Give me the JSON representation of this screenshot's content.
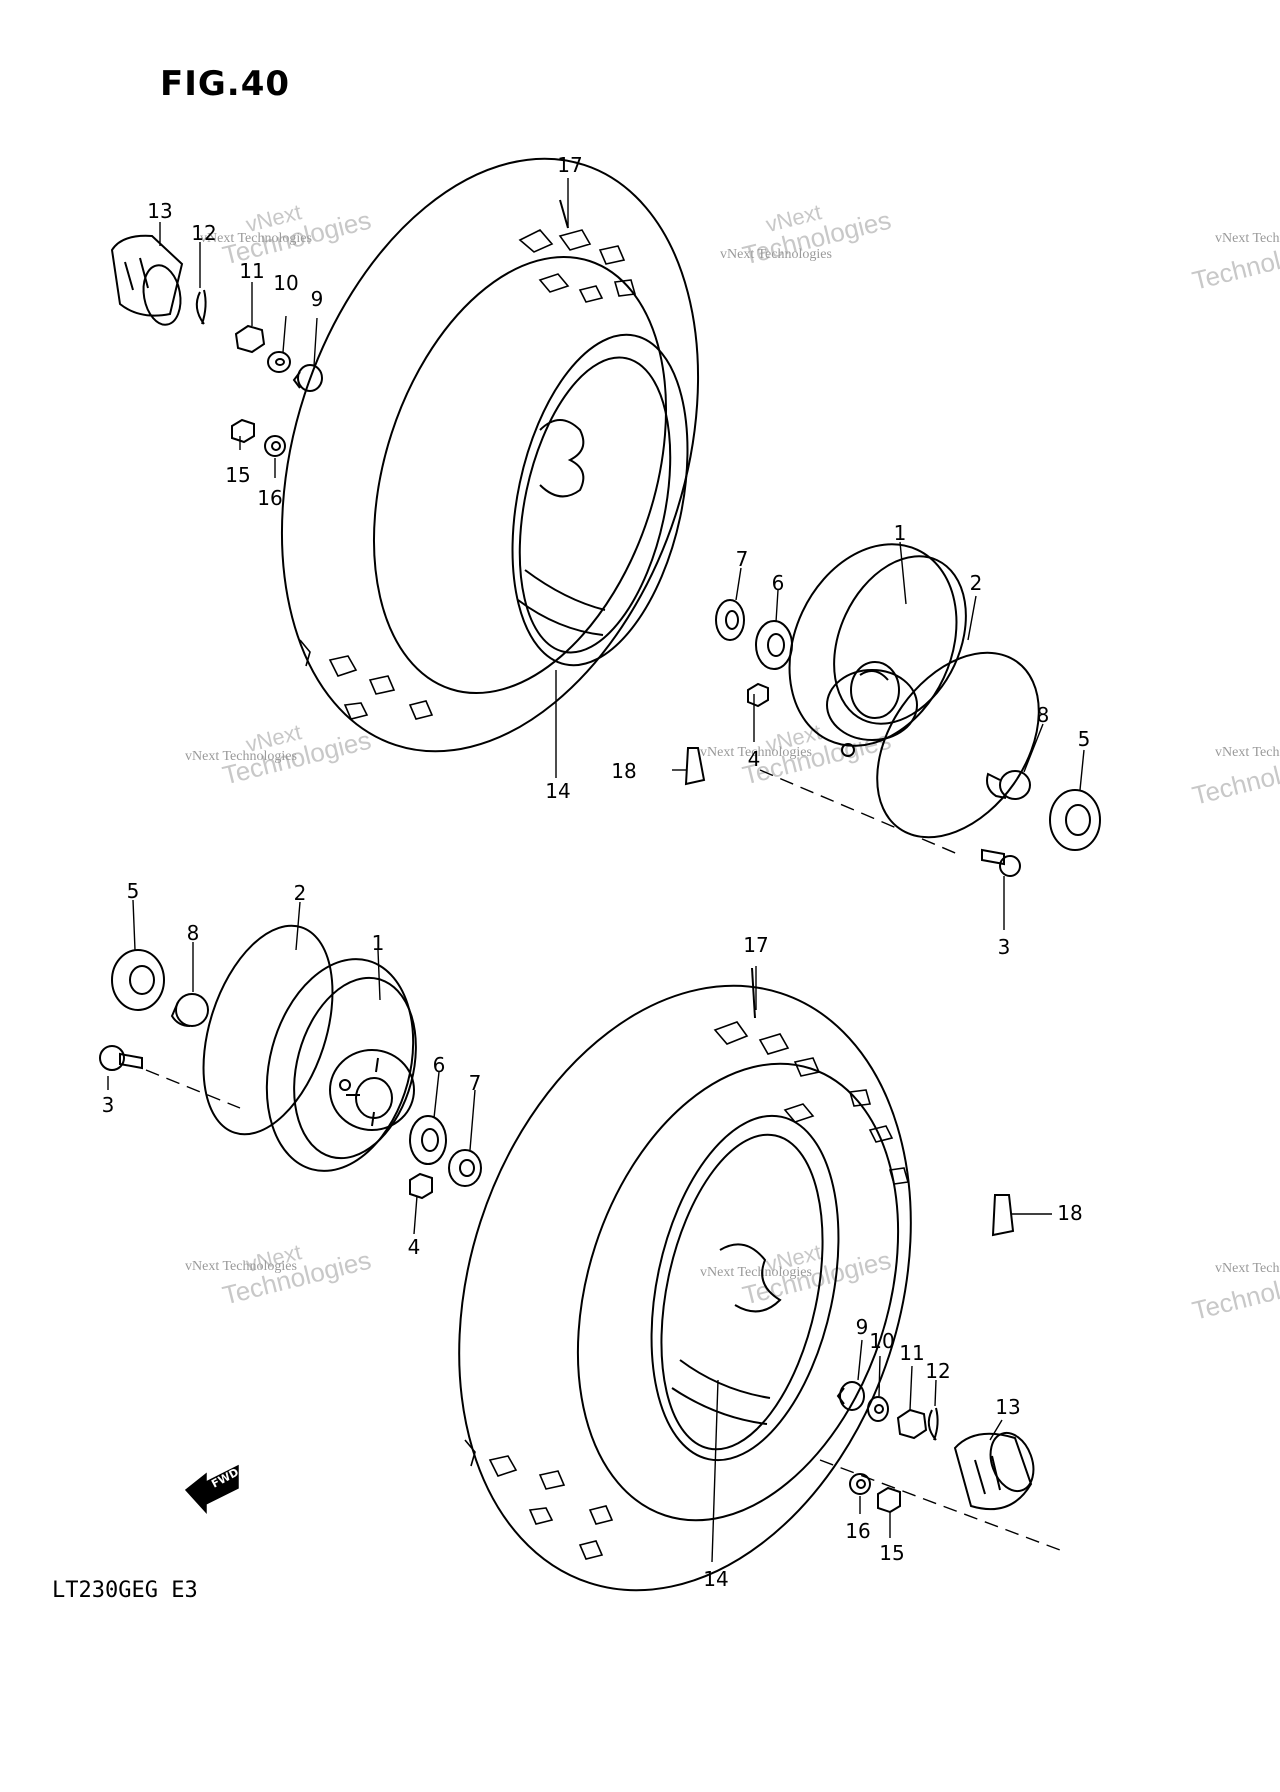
{
  "figure": {
    "title": "FIG.40",
    "model": "LT230GEG  E3"
  },
  "direction_arrow": {
    "label": "FWD",
    "icon": "fwd-arrow-icon"
  },
  "watermark": {
    "brand": "vNext",
    "company": "Technologies",
    "full": "vNext Technologies"
  },
  "callouts": {
    "top": [
      "17",
      "13",
      "12",
      "11",
      "10",
      "9",
      "15",
      "16",
      "7",
      "6",
      "1",
      "2",
      "8",
      "5",
      "4",
      "18",
      "14",
      "3"
    ],
    "bottom": [
      "5",
      "8",
      "2",
      "1",
      "3",
      "6",
      "7",
      "4",
      "17",
      "18",
      "14",
      "9",
      "10",
      "11",
      "12",
      "13",
      "16",
      "15"
    ]
  }
}
